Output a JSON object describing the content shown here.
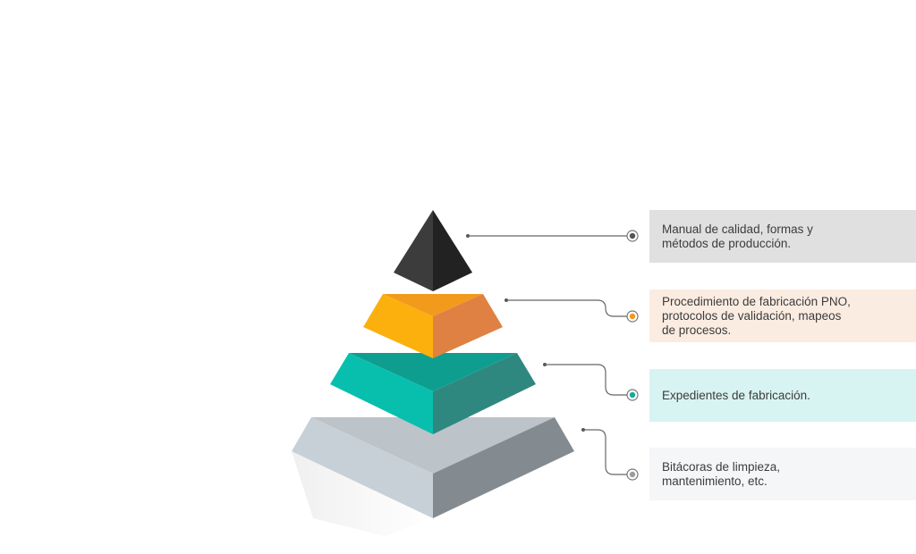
{
  "colors": {
    "level_1": "#2e2e2e",
    "level_2": "#f7a91e",
    "level_3": "#17b5a5",
    "level_4": "#a7b1b9",
    "level_1_box": "#e0e0e0",
    "level_2_box": "#fbece1",
    "level_3_box": "#d8f4f2",
    "level_4_box": "#f5f6f8"
  },
  "levels": [
    {
      "lines": [
        "Manual de calidad, formas y",
        "métodos de producción."
      ]
    },
    {
      "lines": [
        "Procedimiento de fabricación PNO,",
        "protocolos de validación, mapeos",
        "de procesos."
      ]
    },
    {
      "lines": [
        "Expedientes de fabricación."
      ]
    },
    {
      "lines": [
        "Bitácoras de limpieza,",
        "mantenimiento, etc."
      ]
    }
  ]
}
